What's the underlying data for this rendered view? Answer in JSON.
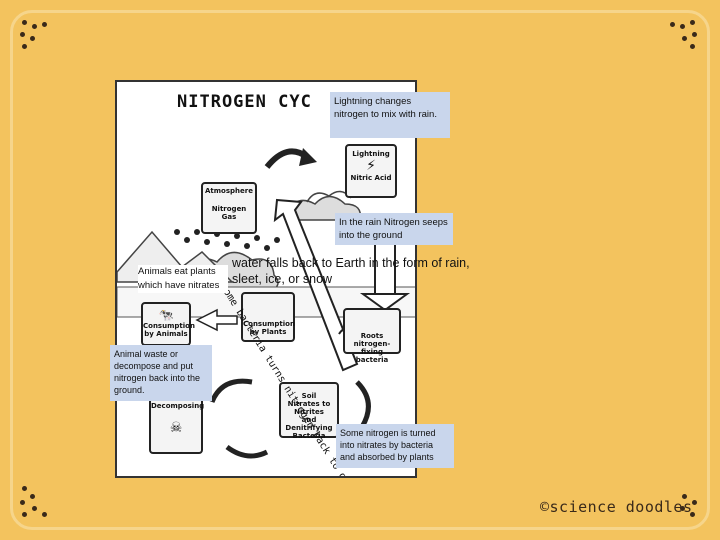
{
  "worksheet": {
    "title": "NITROGEN CYC",
    "lightning_box": [
      "Lightning",
      "Nitric Acid"
    ],
    "atmosphere_box": [
      "Atmosphere",
      "Nitrogen",
      "Gas"
    ],
    "consumption_animals": [
      "Consumption",
      "by Animals"
    ],
    "consumption_plants": [
      "Consumption",
      "by Plants"
    ],
    "roots_box": [
      "Roots",
      "nitrogen-fixing",
      "bacteria"
    ],
    "decomposing_box": [
      "Decomposing"
    ],
    "soil_box": [
      "Soil",
      "Nitrates to",
      "Nitrites",
      "and Denitrifying",
      "Bacteria"
    ],
    "curved_text": "some bacteria turns nitrogen back to gas"
  },
  "callouts": {
    "lightning": "Lightning changes nitrogen to mix with rain.",
    "rain": "In the rain Nitrogen seeps into the ground",
    "animals": "Animals eat plants which have nitrates",
    "waste": "Animal waste or decompose and put nitrogen back into the ground.",
    "nitrates": "Some nitrogen is turned into nitrates by bacteria and absorbed by plants"
  },
  "overlay_text": {
    "line1": "water falls back to Earth in the form of rain,",
    "line2": "sleet, ice, or snow"
  },
  "logo": "©science doodles"
}
